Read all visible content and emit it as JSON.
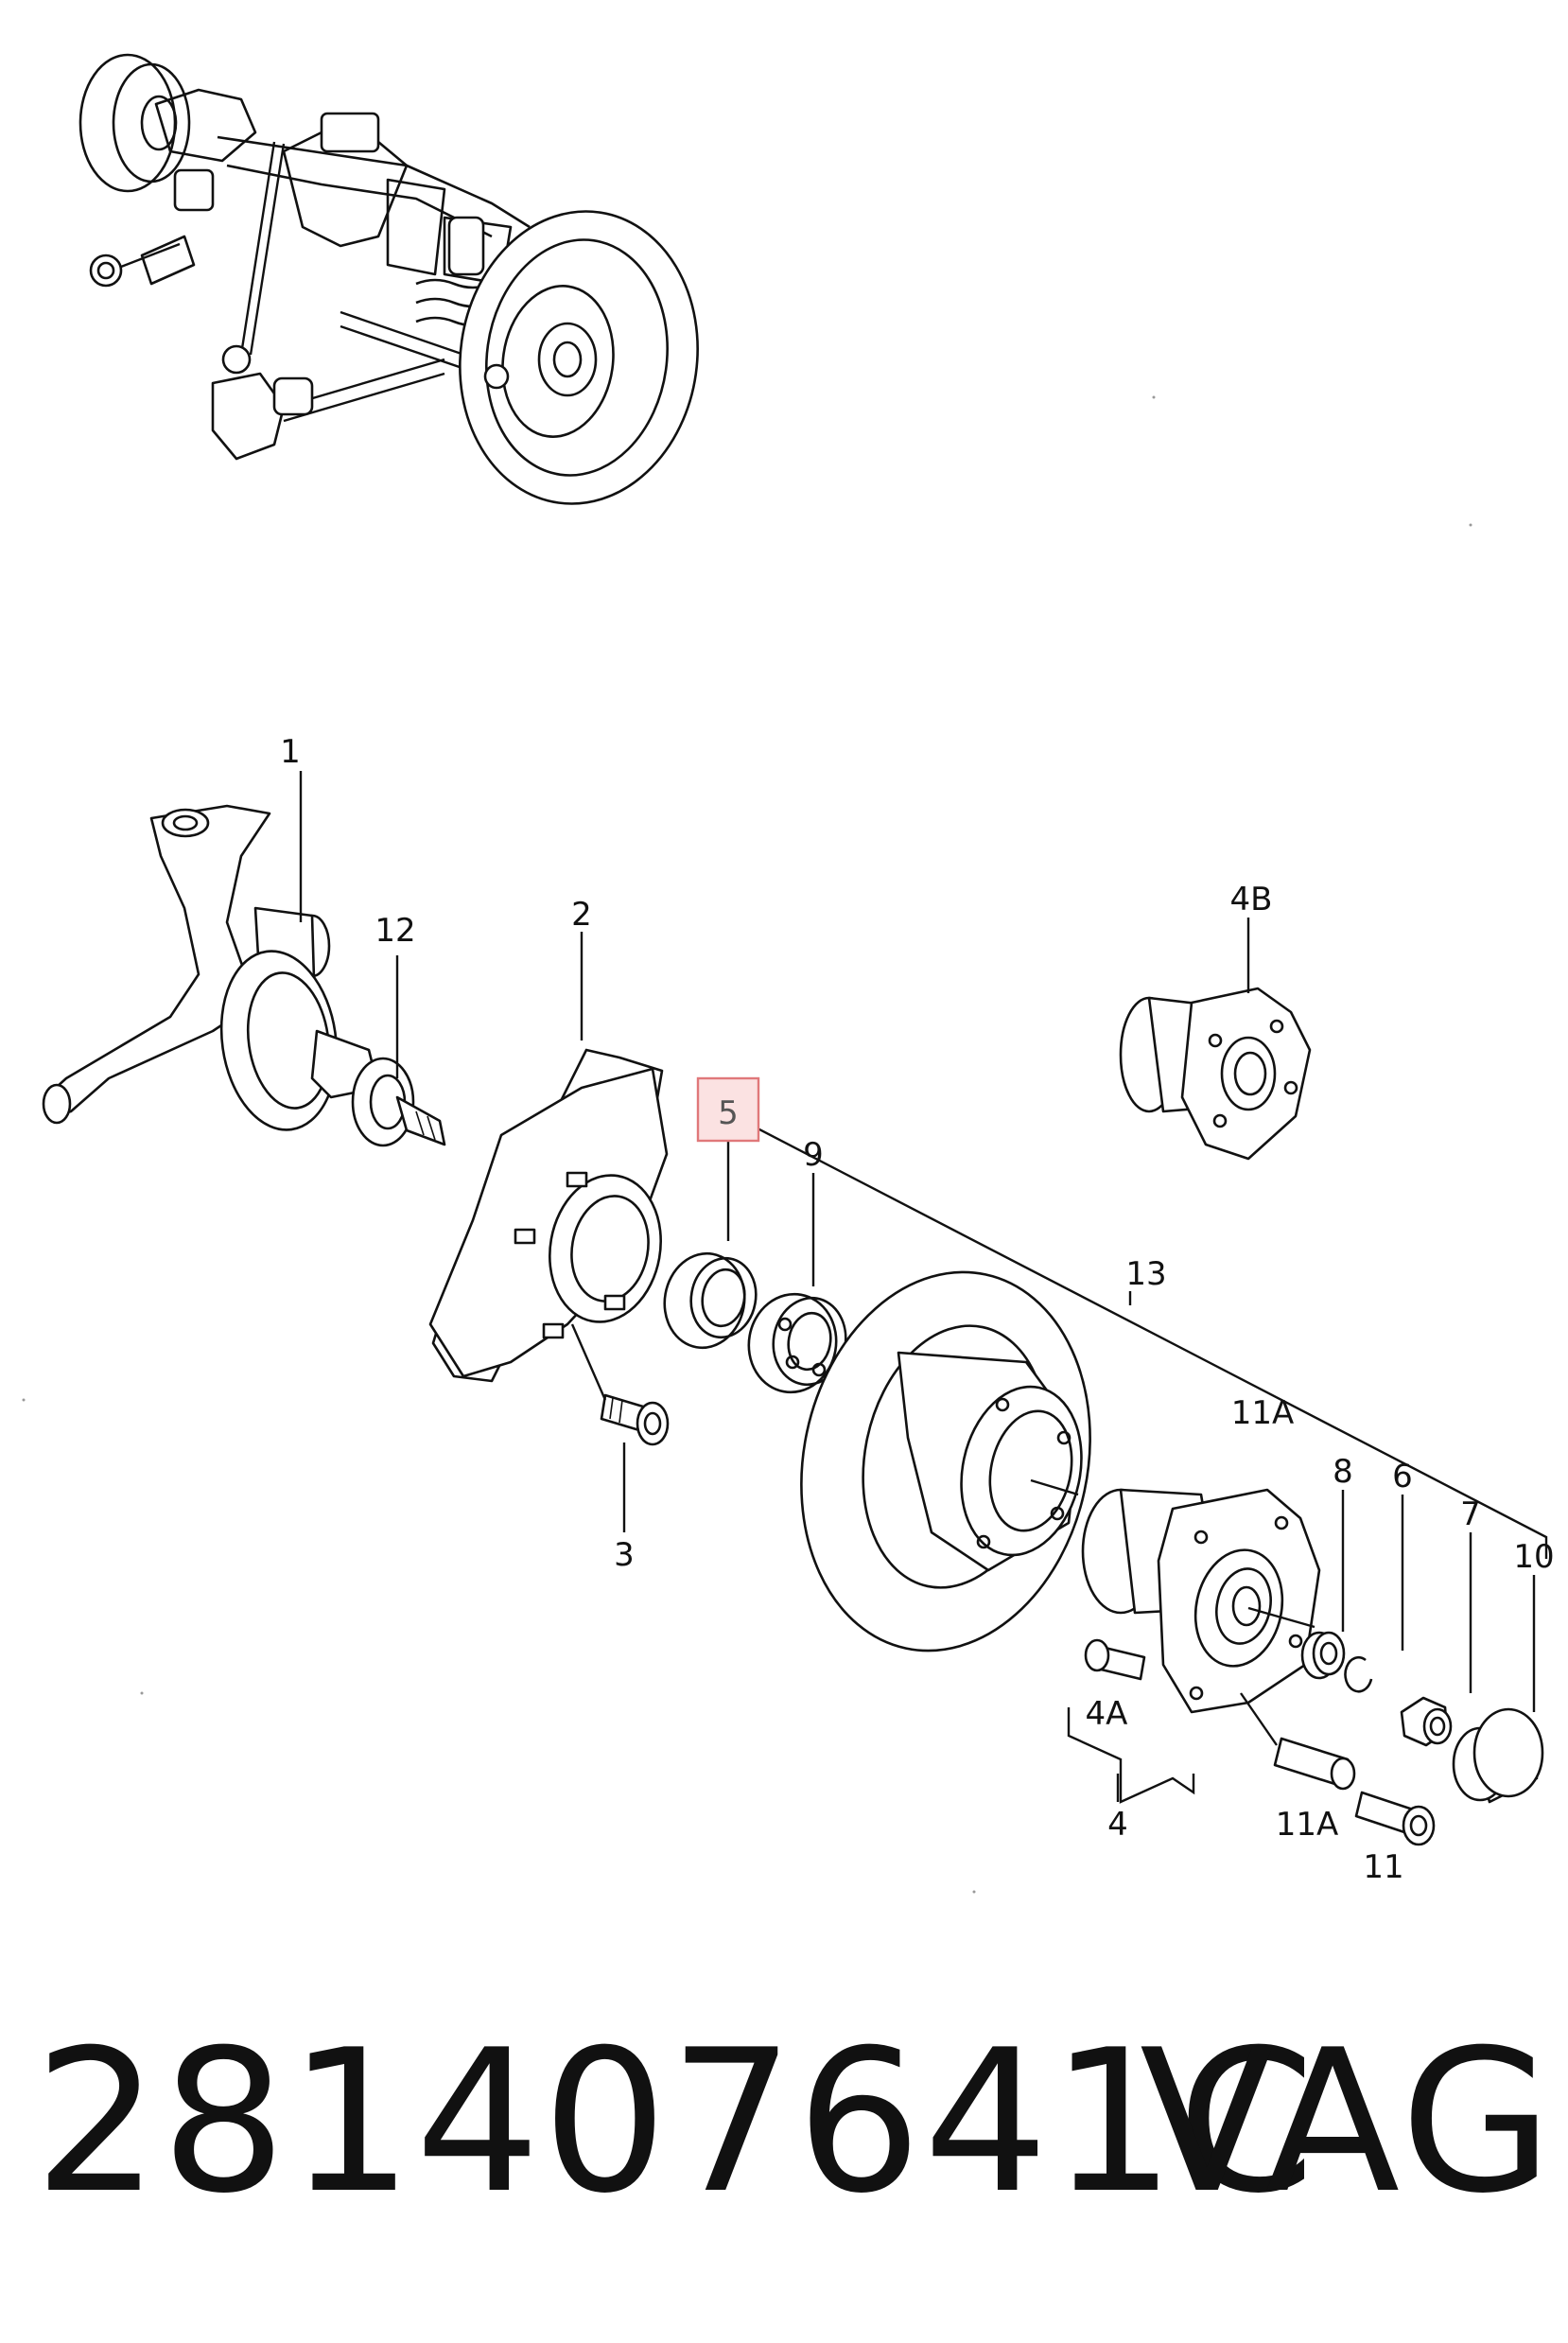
{
  "callouts": {
    "c1": "1",
    "c12": "12",
    "c2": "2",
    "c5": "5",
    "c9": "9",
    "c3": "3",
    "c13": "13",
    "c4b": "4B",
    "c11a_top": "11A",
    "c8": "8",
    "c6": "6",
    "c7": "7",
    "c10": "10",
    "c4a": "4A",
    "c4": "4",
    "c11a_bottom": "11A",
    "c11": "11"
  },
  "highlight": {
    "callout": "5",
    "color": "#e0787a"
  },
  "footer": {
    "part_number": "281407641C",
    "brand": "VAG"
  }
}
